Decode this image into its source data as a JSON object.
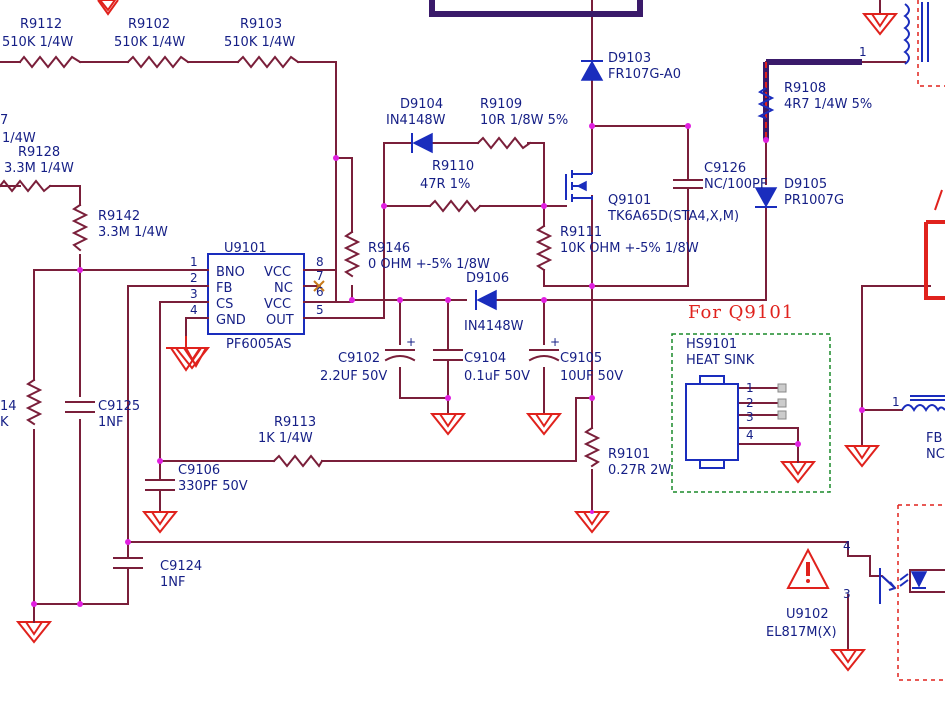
{
  "components": {
    "r9112": {
      "ref": "R9112",
      "value": "510K 1/4W"
    },
    "r9102": {
      "ref": "R9102",
      "value": "510K 1/4W"
    },
    "r9103": {
      "ref": "R9103",
      "value": "510K 1/4W"
    },
    "r_left_top": {
      "ref": "7",
      "value": "1/4W"
    },
    "r9128": {
      "ref": "R9128",
      "value": "3.3M 1/4W"
    },
    "r9142": {
      "ref": "R9142",
      "value": "3.3M 1/4W"
    },
    "r9146": {
      "ref": "R9146",
      "value": "0 OHM +-5% 1/8W"
    },
    "r9110": {
      "ref": "R9110",
      "value": "47R 1%"
    },
    "r9109": {
      "ref": "R9109",
      "value": "10R 1/8W 5%"
    },
    "r9111": {
      "ref": "R9111",
      "value": "10K OHM +-5% 1/8W"
    },
    "r9108": {
      "ref": "R9108",
      "value": "4R7 1/4W 5%"
    },
    "r9113": {
      "ref": "R9113",
      "value": "1K 1/4W"
    },
    "r9101": {
      "ref": "R9101",
      "value": "0.27R 2W"
    },
    "r_left_mid": {
      "ref": "14",
      "value": "K"
    },
    "d9104": {
      "ref": "D9104",
      "value": "IN4148W"
    },
    "d9103": {
      "ref": "D9103",
      "value": "FR107G-A0"
    },
    "d9105": {
      "ref": "D9105",
      "value": "PR1007G"
    },
    "d9106": {
      "ref": "D9106",
      "value": "IN4148W"
    },
    "q9101": {
      "ref": "Q9101",
      "value": "TK6A65D(STA4,X,M)"
    },
    "c9126": {
      "ref": "C9126",
      "value": "NC/100PF"
    },
    "c9102": {
      "ref": "C9102",
      "value": "2.2UF 50V"
    },
    "c9104": {
      "ref": "C9104",
      "value": "0.1uF 50V"
    },
    "c9105": {
      "ref": "C9105",
      "value": "10UF 50V"
    },
    "c9125": {
      "ref": "C9125",
      "value": "1NF"
    },
    "c9106": {
      "ref": "C9106",
      "value": "330PF 50V"
    },
    "c9124": {
      "ref": "C9124",
      "value": "1NF"
    },
    "u9101": {
      "ref": "U9101",
      "part": "PF6005AS",
      "left_pins": [
        {
          "num": "1",
          "name": "BNO"
        },
        {
          "num": "2",
          "name": "FB"
        },
        {
          "num": "3",
          "name": "CS"
        },
        {
          "num": "4",
          "name": "GND"
        }
      ],
      "right_pins": [
        {
          "num": "8",
          "name": "VCC"
        },
        {
          "num": "7",
          "name": "NC"
        },
        {
          "num": "6",
          "name": "VCC"
        },
        {
          "num": "5",
          "name": "OUT"
        }
      ]
    },
    "hs9101": {
      "ref": "HS9101",
      "value": "HEAT SINK",
      "pins": [
        "1",
        "2",
        "3",
        "4"
      ]
    },
    "u9102": {
      "ref": "U9102",
      "value": "EL817M(X)",
      "pin_a": "4",
      "pin_b": "3"
    },
    "fb": {
      "ref": "FB",
      "value": "NC",
      "pin": "1"
    },
    "transformer": {
      "pin": "1"
    }
  },
  "note": "For Q9101",
  "colors": {
    "wire": "#7a1f3a",
    "component": "#1a2dbd",
    "ground": "#e0221d",
    "junction": "#e020e0",
    "heatsink_border": "#1a8a2a"
  }
}
